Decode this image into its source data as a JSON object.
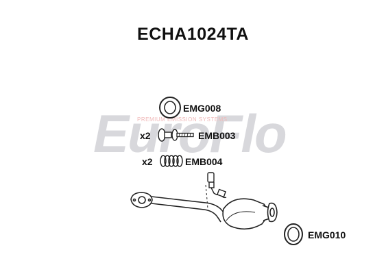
{
  "diagram": {
    "part_number": "ECHA1024TA",
    "watermark": {
      "logo_text": "EuroFlo",
      "tagline": "PREMIUM EMISSION SYSTEMS"
    },
    "components": [
      {
        "code": "EMG008",
        "quantity": ""
      },
      {
        "code": "EMB003",
        "quantity": "x2"
      },
      {
        "code": "EMB004",
        "quantity": "x2"
      },
      {
        "code": "EMG010",
        "quantity": ""
      }
    ]
  }
}
